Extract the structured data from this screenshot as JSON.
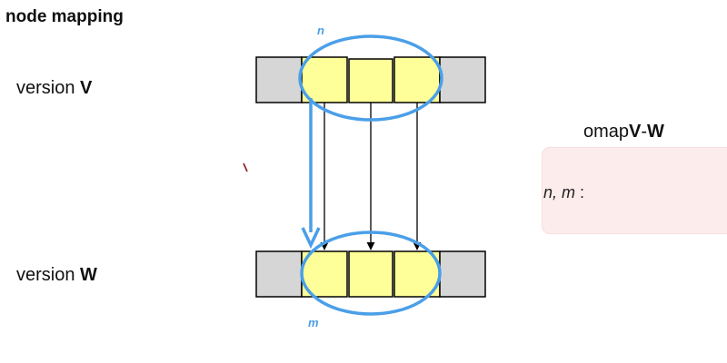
{
  "title": "node mapping",
  "version_v": {
    "prefix": "version ",
    "name": "V"
  },
  "version_w": {
    "prefix": "version ",
    "name": "W"
  },
  "node_n": "n",
  "node_m": "m",
  "omap": {
    "prefix": "omap",
    "from": "V",
    "dash": "-",
    "to": "W",
    "entry_vars": "n, m",
    "entry_sep": " :"
  },
  "colors": {
    "gray_cell": "#d6d6d6",
    "yellow_cell": "#ffff99",
    "highlight": "#4a9fe8",
    "omap_bg": "#fdecec"
  }
}
